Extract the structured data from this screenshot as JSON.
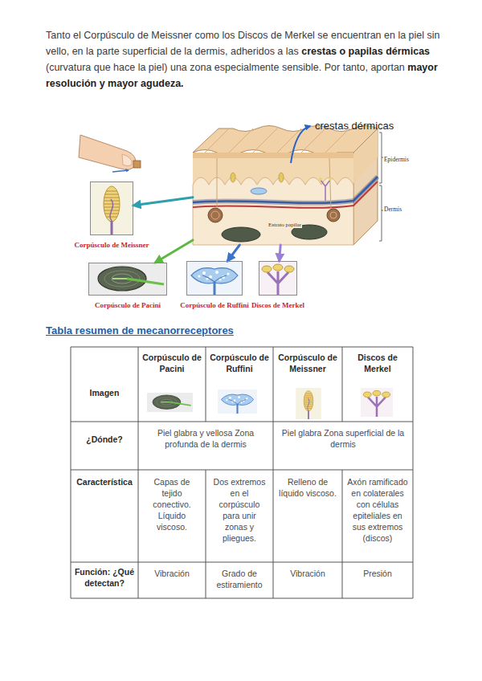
{
  "diagram": {
    "title": "Tabla resumen de mecanorreceptores",
    "nodes": [
      {
        "text": [
          "Epidermis",
          "Dermis"
        ]
      },
      {
        "text": [
          "Corpúsculo de Meissner"
        ]
      },
      {
        "text": [
          "Corpúsculo de Pacini"
        ]
      },
      {
        "text": [
          "Corpúsculo de Ruffini"
        ]
      },
      {
        "text": [
          "Discos de Merkel"
        ]
      }
    ],
    "edges": [
      {
        "from": 0,
        "to": 1,
        "arrow": "to"
      },
      {
        "from": 0,
        "to": 2,
        "arrow": "to"
      },
      {
        "from": 0,
        "to": 3,
        "arrow": "to"
      },
      {
        "from": 0,
        "to": 4,
        "arrow": "to"
      }
    ],
    "labels": [
      "Tanto el Corpúsculo de Meissner como los Discos de Merkel  se encuentran en la piel sin vello, en la parte superficial de la dermis, adheridos a las",
      "crestas o papilas dérmicas",
      "(curvatura que hace la piel) una zona especialmente sensible. Por tanto, aportan",
      "mayor resolución y mayor agudeza.",
      "crestas dérmicas",
      "Estrato papilar",
      "Imagen",
      "Corpúsculo de Pacini",
      "Corpúsculo de Ruffini",
      "Corpúsculo de Meissner",
      "Discos de Merkel",
      "¿Dónde?",
      "Piel glabra y vellosa Zona profunda de la dermis",
      "Piel glabra Zona superficial de la dermis",
      "Característica",
      "Capas de tejido conectivo. Líquido viscoso.",
      "Dos extremos en el corpúsculo para unir zonas y pliegues.",
      "Relleno de líquido viscoso.",
      "Axón ramificado en colaterales con células epiteliales en sus extremos (discos)",
      "Función: ¿Qué detectan?",
      "Vibración",
      "Grado de estiramiento",
      "Vibración",
      "Presión"
    ]
  }
}
